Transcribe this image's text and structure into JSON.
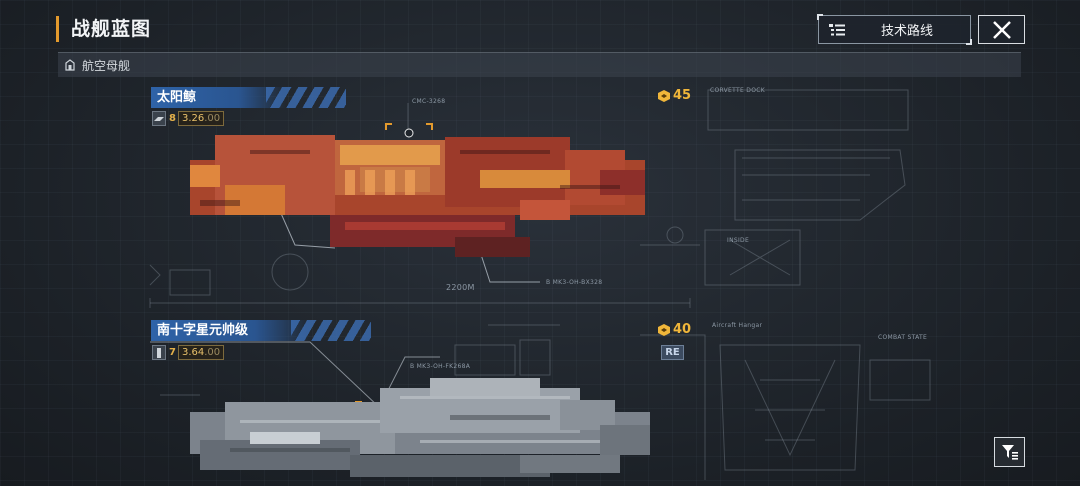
{
  "header": {
    "title": "战舰蓝图"
  },
  "toolbar": {
    "tech_route_label": "技术路线"
  },
  "category": {
    "label": "航空母舰"
  },
  "ships": [
    {
      "name": "太阳鲸",
      "level": "8",
      "stat_value": "3.26",
      "stat_suffix": ".00",
      "cost": "45",
      "callouts": [
        "CMC-3268",
        "B MK3-OH-BX328"
      ],
      "length_label": "2200M"
    },
    {
      "name": "南十字星元帅级",
      "level": "7",
      "stat_value": "3.64",
      "stat_suffix": ".00",
      "cost": "40",
      "badge": "RE",
      "callouts": [
        "B MK3-OH-FK268A"
      ]
    }
  ],
  "blueprint_labels": {
    "corvette_dock": "CORVETTE DOCK",
    "inside": "INSIDE",
    "aircraft_hangar": "Aircraft Hangar",
    "combat_state": "COMBAT STATE"
  },
  "colors": {
    "accent_orange": "#e39a2d",
    "ship_name_blue": "#2e63a8",
    "cost_gold": "#f0b63a"
  },
  "icons": {
    "tech_route": "list-icon",
    "close": "close-icon",
    "category": "carrier-icon",
    "filter": "filter-icon",
    "cost": "resource-coin-icon"
  }
}
